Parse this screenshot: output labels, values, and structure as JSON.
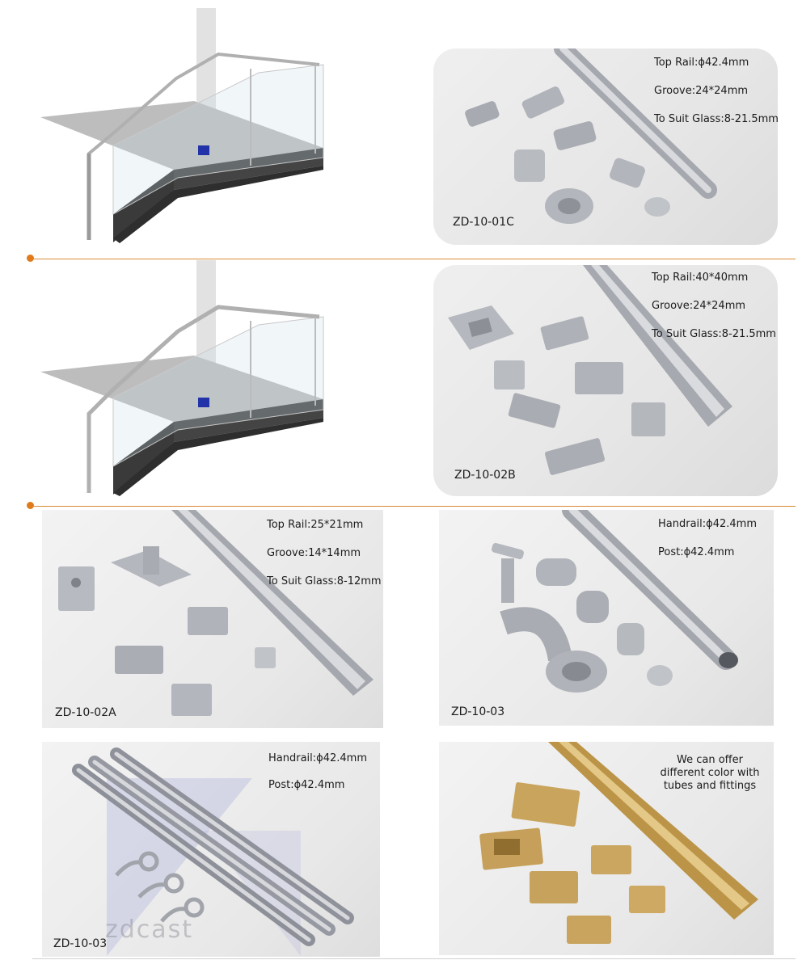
{
  "sections": [
    {
      "code": "ZD-10-01C",
      "specs": [
        "Top Rail:ϕ42.4mm",
        "Groove:24*24mm",
        "To Suit Glass:8-21.5mm"
      ]
    },
    {
      "code": "ZD-10-02B",
      "specs": [
        "Top Rail:40*40mm",
        "Groove:24*24mm",
        "To Suit Glass:8-21.5mm"
      ]
    },
    {
      "code": "ZD-10-02A",
      "specs": [
        "Top Rail:25*21mm",
        "Groove:14*14mm",
        "To Suit Glass:8-12mm"
      ]
    },
    {
      "code": "ZD-10-03",
      "specs": [
        "Handrail:ϕ42.4mm",
        "Post:ϕ42.4mm"
      ]
    },
    {
      "code": "ZD-10-03",
      "specs": [
        "Handrail:ϕ42.4mm",
        "Post:ϕ42.4mm"
      ],
      "watermark": "zdcast"
    },
    {
      "note": [
        "We can offer",
        "different color with",
        "tubes and fittings"
      ]
    }
  ],
  "colors": {
    "divider": "#d98a36",
    "bullet": "#e07a1a",
    "steel": "#b9bcc2",
    "brass": "#c8a35a",
    "stair_dark": "#3a3a3a"
  },
  "icons": [
    "balcony-stair-render",
    "corner-connector",
    "end-cap",
    "wall-flange",
    "tube-rail",
    "wall-bracket",
    "logo-mark"
  ]
}
